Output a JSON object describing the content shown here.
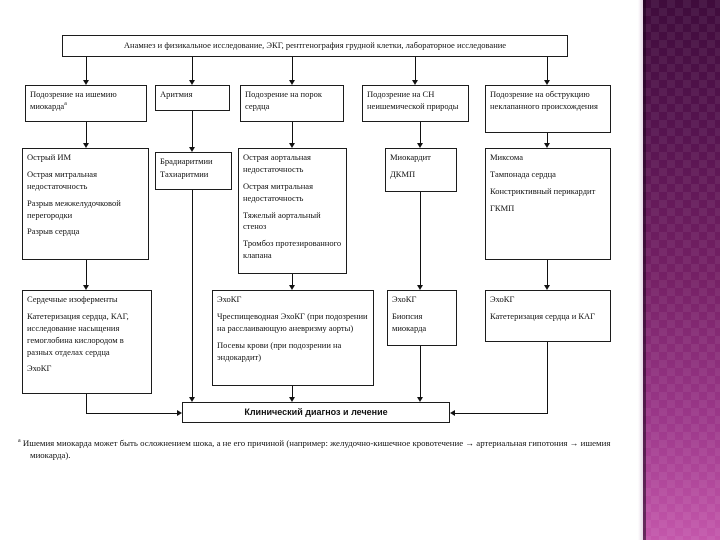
{
  "theme": {
    "background": "#ffffff",
    "line_color": "#111111",
    "box_border": "#1c1c1c",
    "strip_gradient_top": "#3f0c3c",
    "strip_gradient_bottom": "#c457ab"
  },
  "flowchart": {
    "top_box": "Анамнез и физикальное исследование, ЭКГ, рентгенография грудной клетки, лабораторное исследование",
    "columns": [
      {
        "suspicion": "Подозрение на ишемию миокарда",
        "suspicion_sup": "а",
        "differential": [
          "Острый ИМ",
          "Острая митральная недостаточность",
          "Разрыв межжелудочковой перегородки",
          "Разрыв сердца"
        ],
        "workup": [
          "Сердечные изоферменты",
          "Катетеризация сердца, КАГ, исследование насыщения гемоглобина кислородом в разных отделах сердца",
          "ЭхоКГ"
        ]
      },
      {
        "suspicion": "Аритмия",
        "differential": [
          "Брадиаритмии",
          "Тахиаритмии"
        ],
        "workup": []
      },
      {
        "suspicion": "Подозрение на порок сердца",
        "differential": [
          "Острая аортальная недостаточность",
          "Острая митральная недостаточность",
          "Тяжелый аортальный стеноз",
          "Тромбоз протезированного клапана"
        ],
        "workup": [
          "ЭхоКГ",
          "Чреспищеводная ЭхоКГ (при подозрении на расслаивающую аневризму аорты)",
          "Посевы крови (при подозрении на эндокардит)"
        ]
      },
      {
        "suspicion": "Подозрение на СН неишемической природы",
        "differential": [
          "Миокардит",
          "ДКМП"
        ],
        "workup": [
          "ЭхоКГ",
          "Биопсия миокарда"
        ]
      },
      {
        "suspicion": "Подозрение на обструкцию неклапанного происхождения",
        "differential": [
          "Миксома",
          "Тампонада сердца",
          "Констриктивный перикардит",
          "ГКМП"
        ],
        "workup": [
          "ЭхоКГ",
          "Катетеризация сердца и КАГ"
        ]
      }
    ],
    "final_box": "Клинический диагноз и лечение",
    "footnote_marker": "а",
    "footnote_text": "Ишемия миокарда может быть осложнением шока, а не его причиной (например: желудочно-кишечное кровотечение → артериальная гипотония → ишемия миокарда)."
  }
}
